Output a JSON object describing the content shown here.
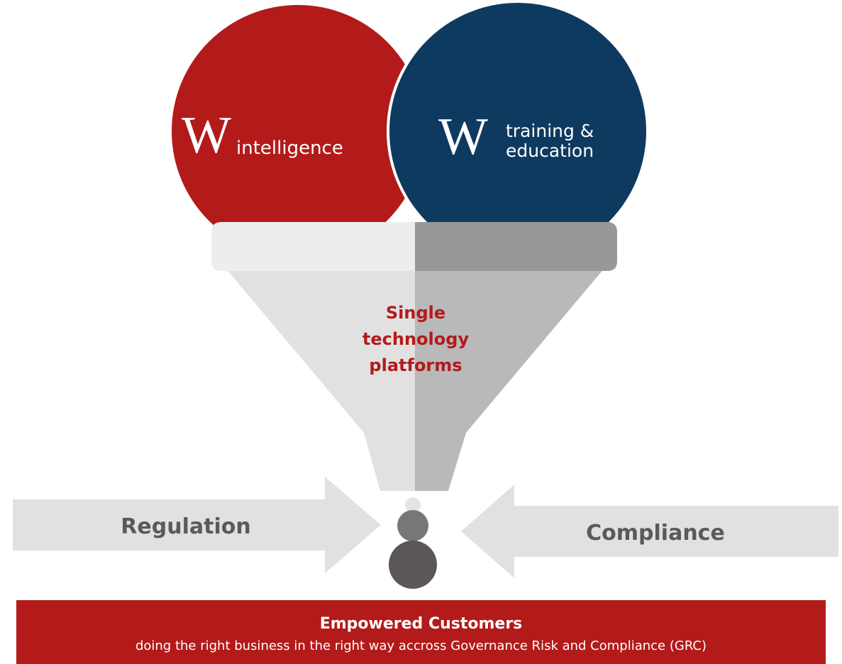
{
  "circles": {
    "left": {
      "letter": "W",
      "label": "intelligence",
      "color": "#b31a1a"
    },
    "right": {
      "letter": "W",
      "label_line1": "training &",
      "label_line2": "education",
      "color": "#0e3a60"
    }
  },
  "funnel": {
    "line1": "Single",
    "line2": "technology",
    "line3": "platforms",
    "text_color": "#b31a1a"
  },
  "arrows": {
    "left_label": "Regulation",
    "right_label": "Compliance"
  },
  "banner": {
    "title": "Empowered Customers",
    "subtitle": "doing the right business in the right way accross Governance Risk and Compliance (GRC)"
  }
}
